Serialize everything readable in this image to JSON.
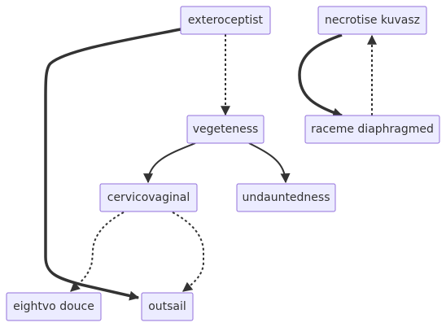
{
  "diagram": {
    "type": "flowchart",
    "nodes": [
      {
        "id": "exteroceptist",
        "label": "exteroceptist"
      },
      {
        "id": "necrotise",
        "label": "necrotise kuvasz"
      },
      {
        "id": "vegeteness",
        "label": "vegeteness"
      },
      {
        "id": "raceme",
        "label": "raceme diaphragmed"
      },
      {
        "id": "cervicovaginal",
        "label": "cervicovaginal"
      },
      {
        "id": "undauntedness",
        "label": "undauntedness"
      },
      {
        "id": "eightvo",
        "label": "eightvo douce"
      },
      {
        "id": "outsail",
        "label": "outsail"
      }
    ],
    "edges": [
      {
        "from": "exteroceptist",
        "to": "vegeteness",
        "style": "dotted"
      },
      {
        "from": "exteroceptist",
        "to": "outsail",
        "style": "thick"
      },
      {
        "from": "necrotise",
        "to": "raceme",
        "style": "thick"
      },
      {
        "from": "raceme",
        "to": "necrotise",
        "style": "dotted"
      },
      {
        "from": "vegeteness",
        "to": "cervicovaginal",
        "style": "normal"
      },
      {
        "from": "vegeteness",
        "to": "undauntedness",
        "style": "normal"
      },
      {
        "from": "cervicovaginal",
        "to": "eightvo",
        "style": "dotted"
      },
      {
        "from": "cervicovaginal",
        "to": "outsail",
        "style": "dotted"
      }
    ]
  }
}
